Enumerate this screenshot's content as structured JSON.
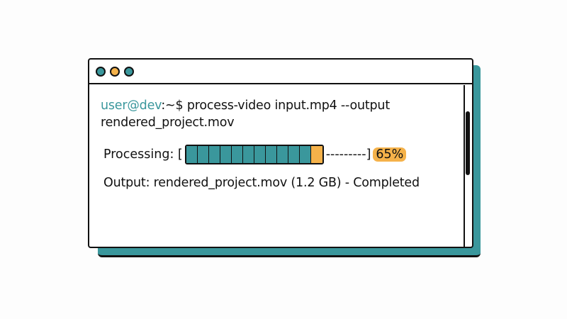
{
  "colors": {
    "accent_teal": "#3a979c",
    "accent_orange": "#f5b24a",
    "border": "#111111"
  },
  "window": {
    "dots": [
      {
        "name": "close-dot",
        "color": "#3a979c"
      },
      {
        "name": "minimize-dot",
        "color": "#f5b24a"
      },
      {
        "name": "maximize-dot",
        "color": "#3a979c"
      }
    ]
  },
  "terminal": {
    "prompt": "user@dev",
    "prompt_suffix": ":~$",
    "command": " process-video input.mp4 --output",
    "command_cont": "rendered_project.mov",
    "progress": {
      "label": "Processing: [",
      "filled_segments": 11,
      "current_segments": 1,
      "remaining": "---------]",
      "percent": "65%"
    },
    "output_line": "Output: rendered_project.mov (1.2 GB) - Completed"
  }
}
